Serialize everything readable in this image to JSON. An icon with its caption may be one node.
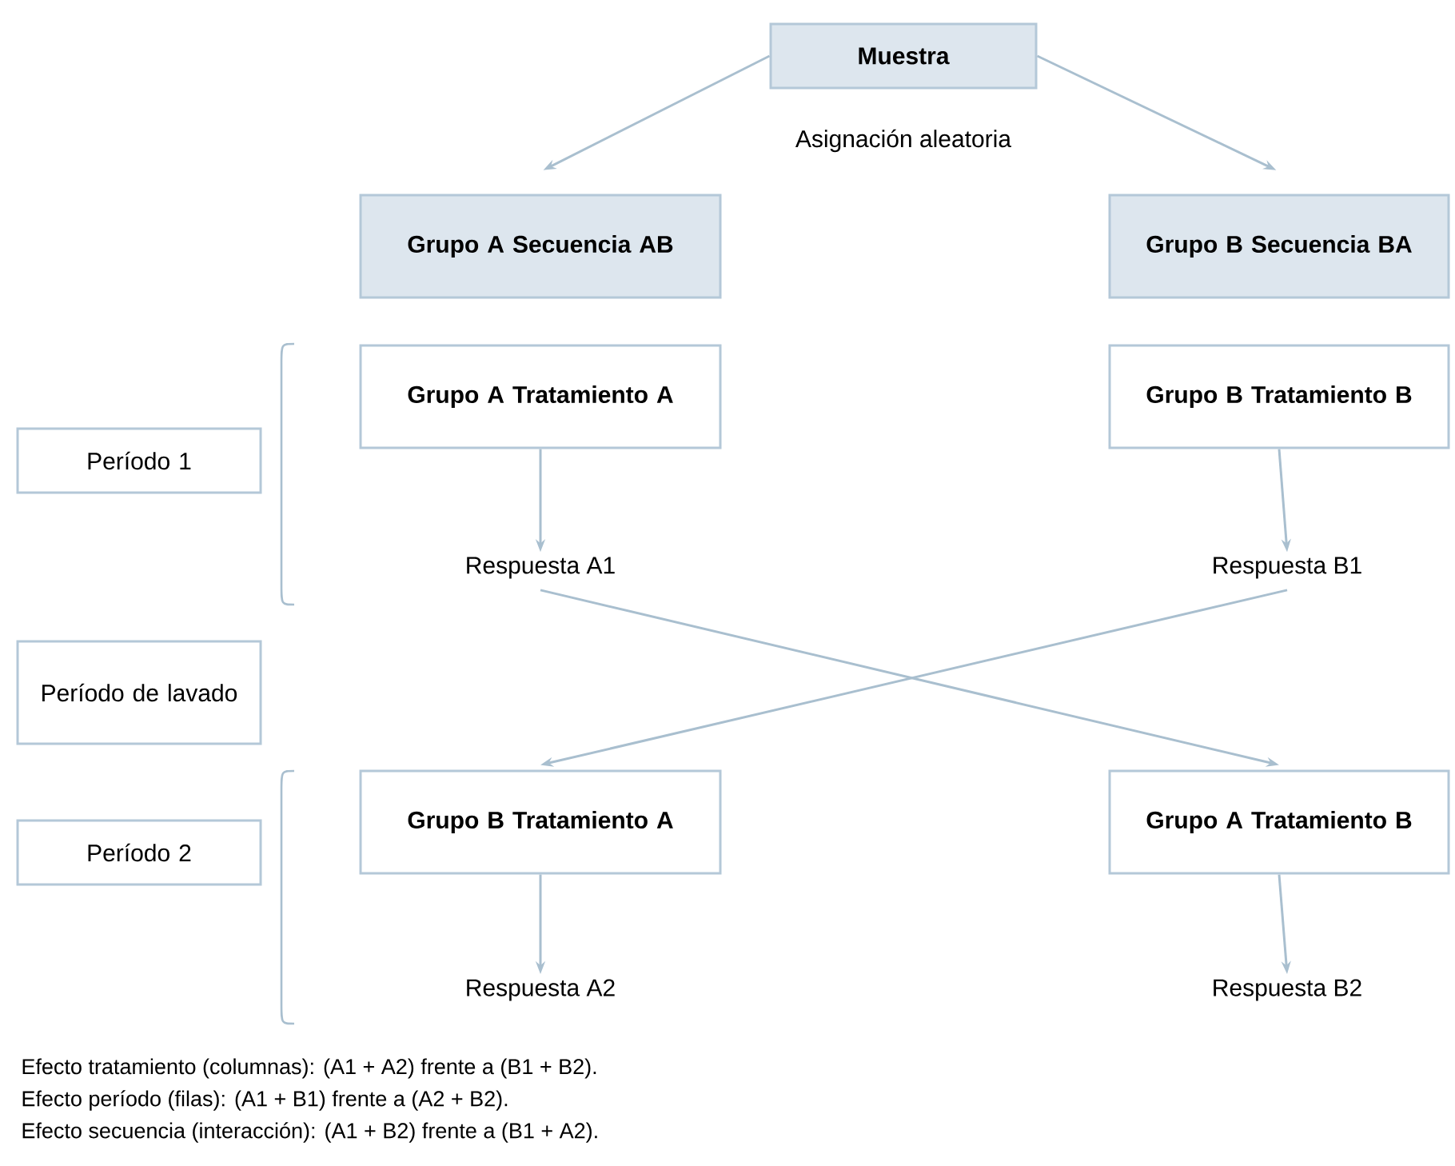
{
  "diagram": {
    "nodes": [
      {
        "text": [
          "Muestra"
        ]
      },
      {
        "text": [
          "Grupo A Secuencia AB"
        ]
      },
      {
        "text": [
          "Grupo B Secuencia BA"
        ]
      },
      {
        "text": [
          "Grupo A Tratamiento A"
        ]
      },
      {
        "text": [
          "Grupo B Tratamiento B"
        ]
      },
      {
        "text": [
          "Respuesta A1"
        ]
      },
      {
        "text": [
          "Respuesta B1"
        ]
      },
      {
        "text": [
          "Grupo B Tratamiento A"
        ]
      },
      {
        "text": [
          "Grupo A Tratamiento B"
        ]
      },
      {
        "text": [
          "Respuesta A2"
        ]
      },
      {
        "text": [
          "Respuesta B2"
        ]
      },
      {
        "text": [
          "Período 1"
        ]
      },
      {
        "text": [
          "Período de lavado"
        ]
      },
      {
        "text": [
          "Período 2"
        ]
      }
    ],
    "edges": [
      {
        "from": 0,
        "to": 1,
        "arrow": "to"
      },
      {
        "from": 0,
        "to": 2,
        "arrow": "to"
      },
      {
        "from": 3,
        "to": 5,
        "arrow": "to"
      },
      {
        "from": 4,
        "to": 6,
        "arrow": "to"
      },
      {
        "from": 5,
        "to": 8,
        "arrow": "to"
      },
      {
        "from": 6,
        "to": 7,
        "arrow": "to"
      },
      {
        "from": 7,
        "to": 9,
        "arrow": "to"
      },
      {
        "from": 8,
        "to": 10,
        "arrow": "to"
      }
    ],
    "labels": [
      "Asignación aleatoria",
      "Efecto tratamiento (columnas): (A1 + A2) frente a (B1 + B2).",
      "Efecto período (filas): (A1 + B1) frente a (A2 + B2).",
      "Efecto secuencia (interacción): (A1 + B2) frente a (B1 + A2)."
    ]
  }
}
